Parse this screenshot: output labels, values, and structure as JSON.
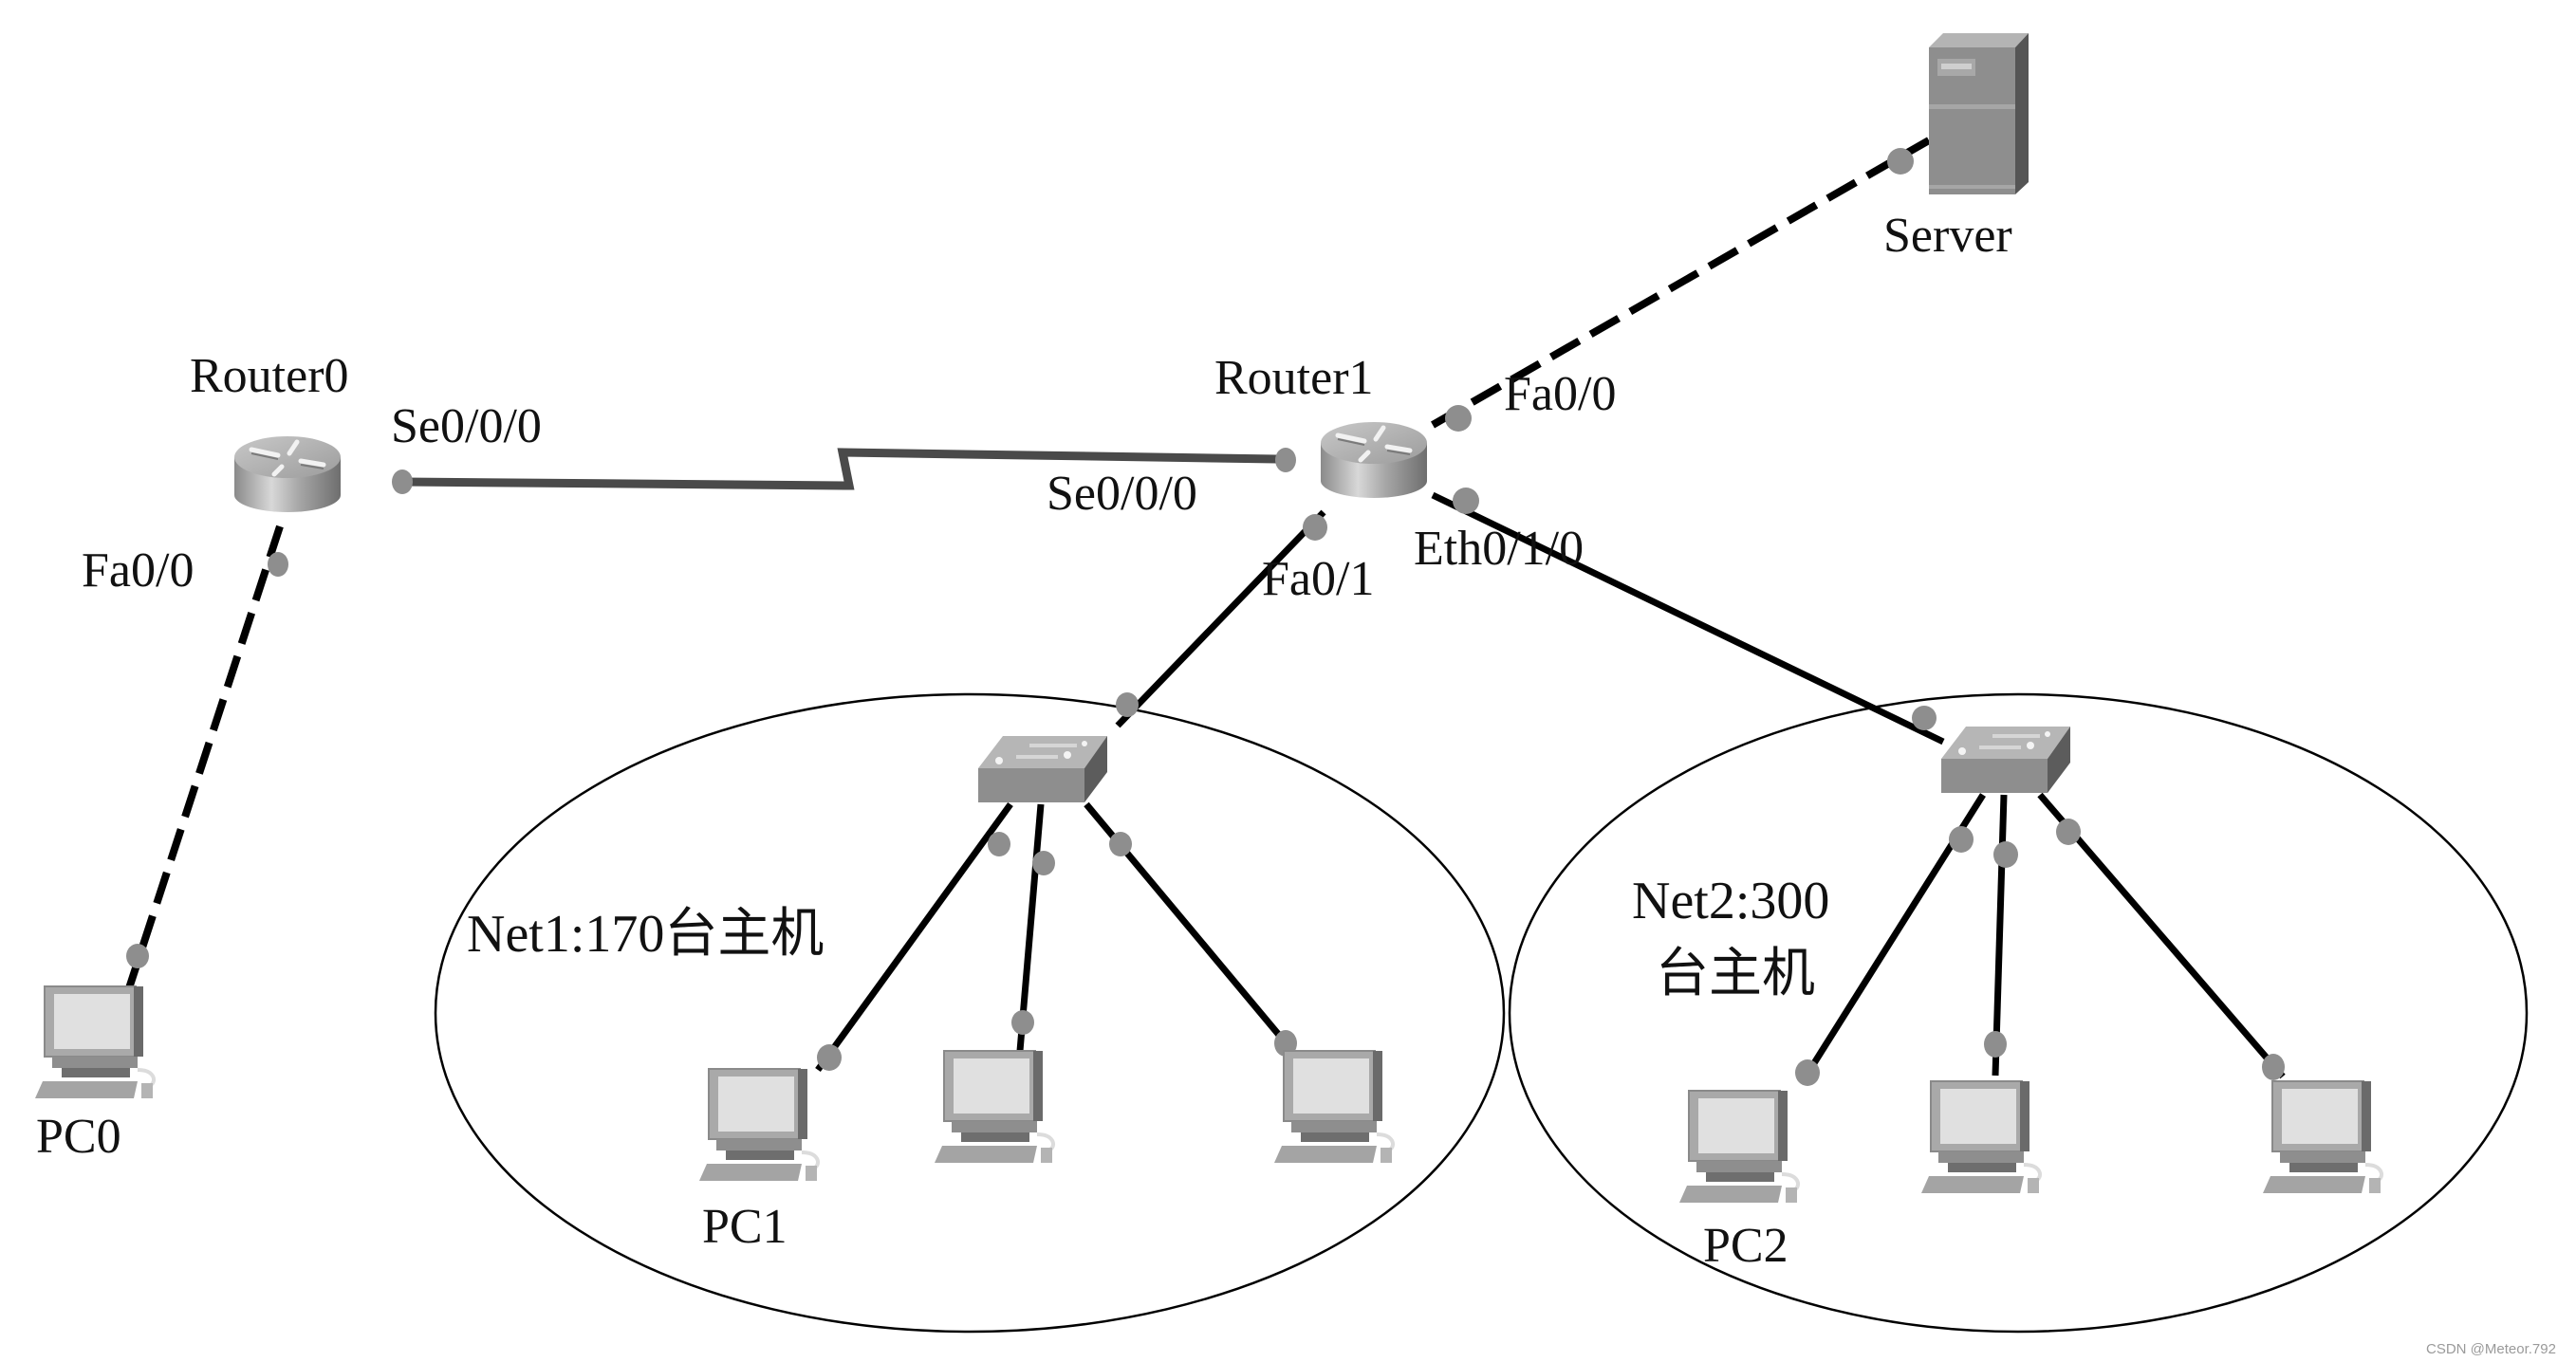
{
  "diagram": {
    "type": "network-topology",
    "devices": {
      "router0": {
        "name": "Router0",
        "ports": {
          "serial": "Se0/0/0",
          "fast": "Fa0/0"
        }
      },
      "router1": {
        "name": "Router1",
        "ports": {
          "serial": "Se0/0/0",
          "fa00": "Fa0/0",
          "fa01": "Fa0/1",
          "eth": "Eth0/1/0"
        }
      },
      "server": {
        "name": "Server"
      },
      "pc0": {
        "name": "PC0"
      },
      "pc1": {
        "name": "PC1"
      },
      "pc2": {
        "name": "PC2"
      }
    },
    "networks": {
      "net1": {
        "label": "Net1:170台主机"
      },
      "net2": {
        "label_line1": "Net2:300",
        "label_line2": "台主机"
      }
    },
    "links": [
      {
        "from": "Router0 Se0/0/0",
        "to": "Router1 Se0/0/0",
        "type": "serial"
      },
      {
        "from": "Router0 Fa0/0",
        "to": "PC0",
        "type": "crossover"
      },
      {
        "from": "Router1 Fa0/0",
        "to": "Server",
        "type": "crossover"
      },
      {
        "from": "Router1 Fa0/1",
        "to": "Switch (Net1)",
        "type": "straight"
      },
      {
        "from": "Router1 Eth0/1/0",
        "to": "Switch (Net2)",
        "type": "straight"
      },
      {
        "from": "Switch (Net1)",
        "to": "PC1",
        "type": "straight"
      },
      {
        "from": "Switch (Net1)",
        "to": "PC (Net1 #2)",
        "type": "straight"
      },
      {
        "from": "Switch (Net1)",
        "to": "PC (Net1 #3)",
        "type": "straight"
      },
      {
        "from": "Switch (Net2)",
        "to": "PC2",
        "type": "straight"
      },
      {
        "from": "Switch (Net2)",
        "to": "PC (Net2 #2)",
        "type": "straight"
      },
      {
        "from": "Switch (Net2)",
        "to": "PC (Net2 #3)",
        "type": "straight"
      }
    ]
  },
  "colors": {
    "link_serial": "#4a4a4a",
    "link_copper": "#000000",
    "port_dot": "#8e8e8e",
    "device_gray": "#9a9a9a",
    "background": "#ffffff"
  },
  "watermark": "CSDN @Meteor.792"
}
